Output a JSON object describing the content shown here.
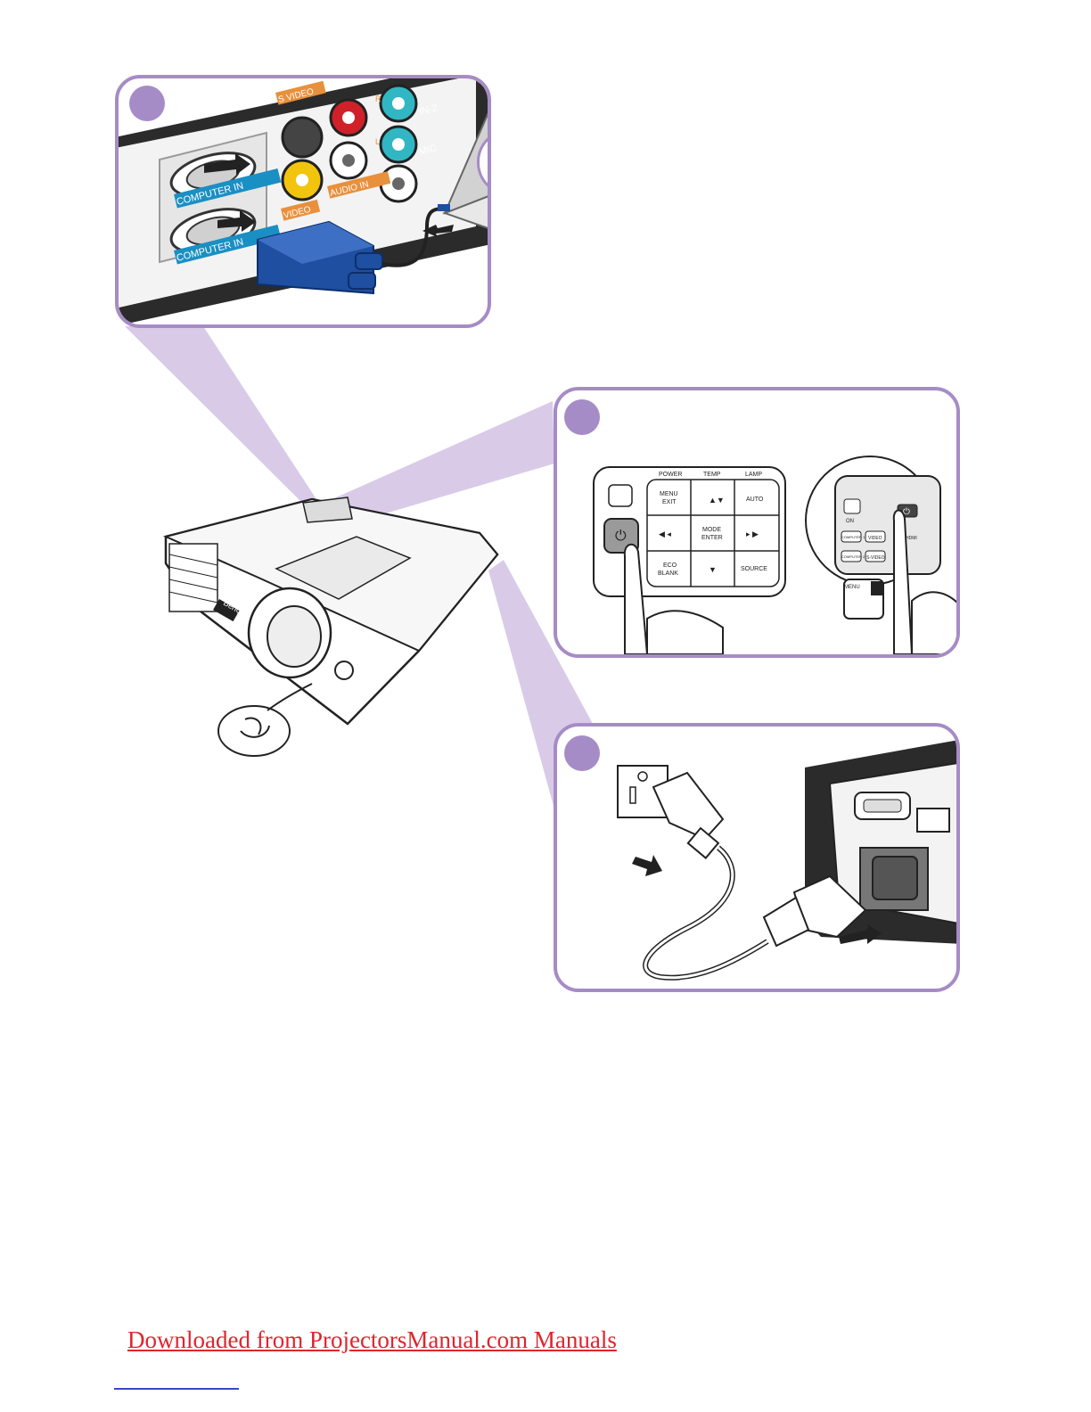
{
  "panel1": {
    "ports": {
      "s_video": "S VIDEO",
      "video": "VIDEO",
      "audio_in": "AUDIO IN",
      "computer_in_1": "COMPUTER IN",
      "computer_in_2": "COMPUTER IN",
      "in2": "IN-2",
      "mic": "MIC",
      "r": "R",
      "l": "L"
    }
  },
  "panel2": {
    "keypad": {
      "power": "POWER",
      "temp": "TEMP",
      "lamp": "LAMP",
      "menu": "MENU",
      "exit": "EXIT",
      "auto": "AUTO",
      "mode": "MODE",
      "enter": "ENTER",
      "eco": "ECO",
      "blank": "BLANK",
      "source": "SOURCE"
    },
    "remote": {
      "on": "ON",
      "computer1": "COMPUTER 1",
      "video": "VIDEO",
      "hdmi": "HDMI",
      "computer2": "COMPUTER 2",
      "svideo": "S-VIDEO",
      "menu": "MENU"
    }
  },
  "projector": {
    "brand": "BenQ"
  },
  "footer": {
    "link_text": "Downloaded from ProjectorsManual.com Manuals"
  },
  "colors": {
    "panel_border": "#a68cc6",
    "connector_blue": "#1e4fa0",
    "port_blue": "#1a8fc4",
    "orange_label": "#e8903c",
    "link_red": "#e0242c"
  }
}
